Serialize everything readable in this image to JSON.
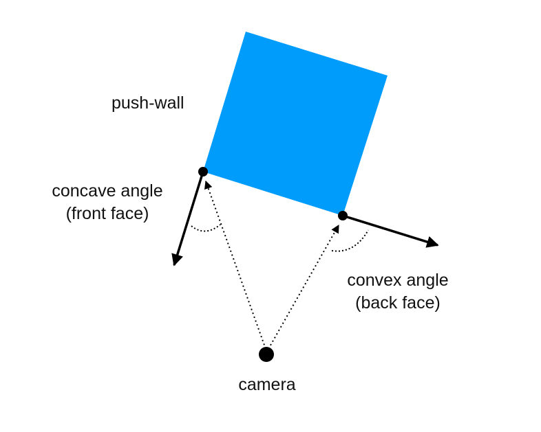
{
  "labels": {
    "push_wall": "push-wall",
    "concave": [
      "concave angle",
      "(front face)"
    ],
    "convex": [
      "convex angle",
      "(back face)"
    ],
    "camera": "camera"
  },
  "colors": {
    "wall_fill": "#009cfc",
    "ink": "#000000"
  }
}
